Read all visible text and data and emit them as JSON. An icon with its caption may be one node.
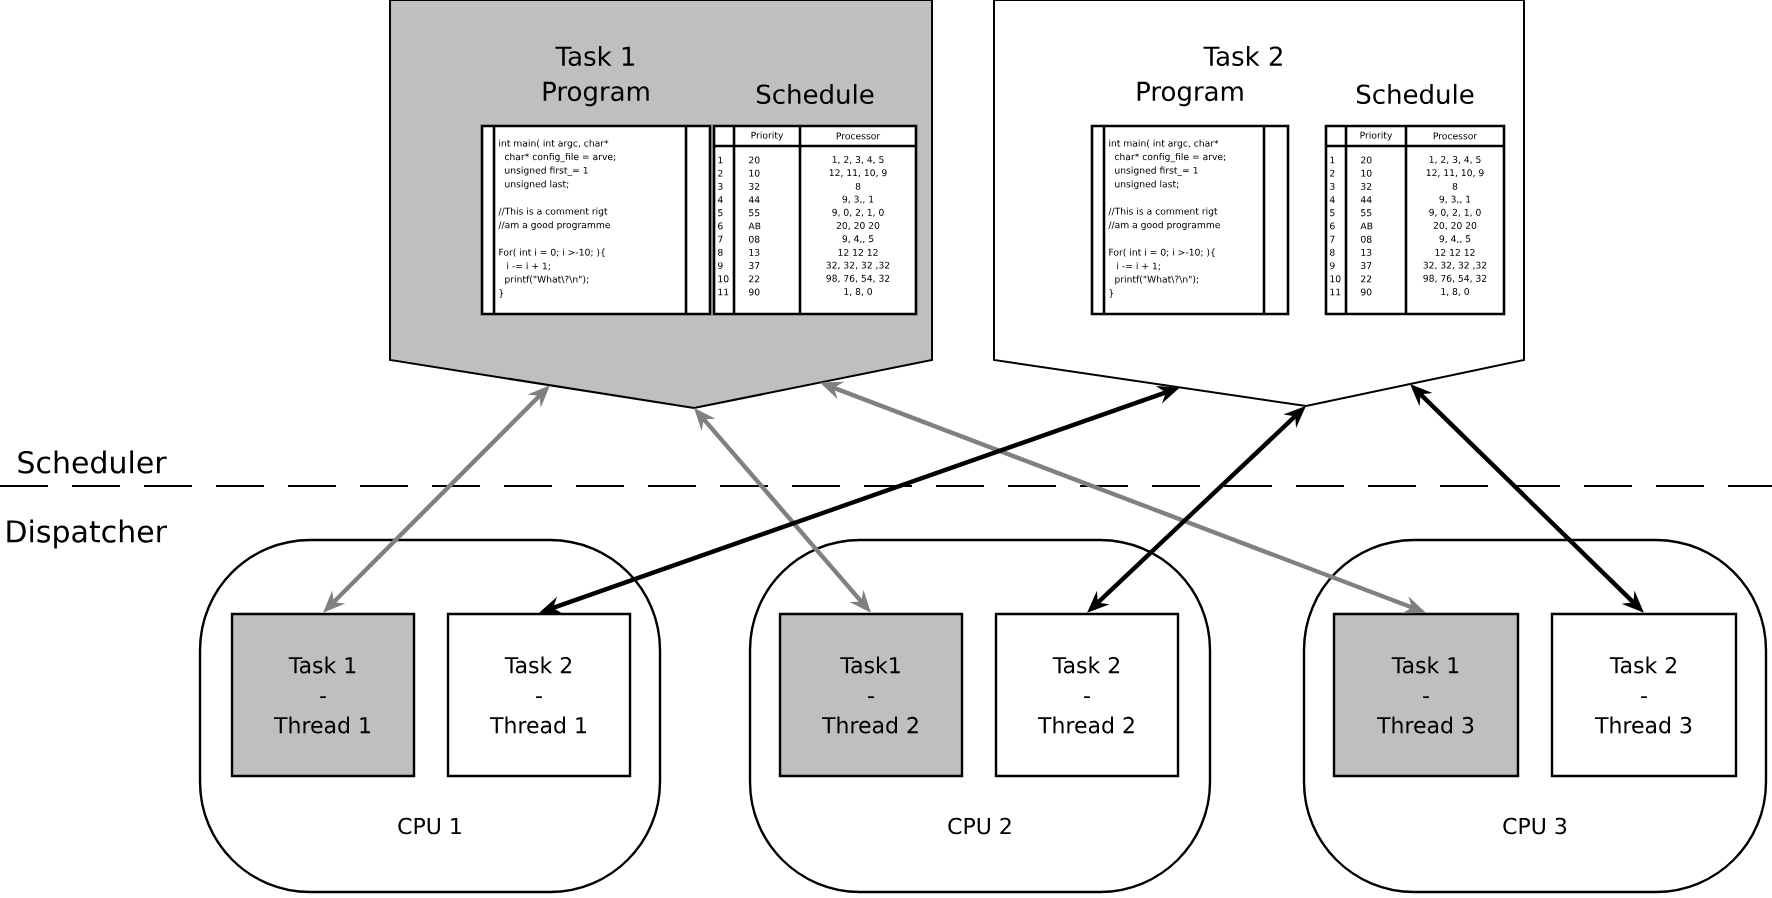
{
  "diagram": {
    "nodes": [
      {
        "text": [
          "Task 1"
        ]
      },
      {
        "text": [
          "Program",
          "int main( int argc, char*",
          "char* config_file = arve;",
          "unsigned first_= 1",
          "unsigned last;",
          "//This is a comment rigt",
          "//am a good programme",
          "For( int i = 0; i >-10; ){",
          "i -= i + 1;",
          "printf(\"What\\?\\n\");",
          "}"
        ],
        "in": 0
      },
      {
        "text": [
          "Schedule",
          "Priority",
          "Processor",
          "1",
          "20",
          "1, 2, 3, 4, 5",
          "2",
          "10",
          "12, 11, 10, 9",
          "3",
          "32",
          "8",
          "4",
          "44",
          "9, 3,, 1",
          "5",
          "55",
          "9, 0, 2, 1, 0",
          "6",
          "AB",
          "20, 20 20",
          "7",
          "08",
          "9, 4,, 5",
          "8",
          "13",
          "12 12 12",
          "9",
          "37",
          "32, 32, 32 ,32",
          "10",
          "22",
          "98, 76, 54, 32",
          "11",
          "90",
          "1, 8, 0"
        ],
        "in": 0
      },
      {
        "text": [
          "Task 2"
        ]
      },
      {
        "text": [
          "Program",
          "int main( int argc, char*",
          "char* config_file = arve;",
          "unsigned first_= 1",
          "unsigned last;",
          "//This is a comment rigt",
          "//am a good programme",
          "For( int i = 0; i >-10; ){",
          "i -= i + 1;",
          "printf(\"What\\?\\n\");",
          "}"
        ],
        "in": 3
      },
      {
        "text": [
          "Schedule",
          "Priority",
          "Processor",
          "1",
          "20",
          "1, 2, 3, 4, 5",
          "2",
          "10",
          "12, 11, 10, 9",
          "3",
          "32",
          "8",
          "4",
          "44",
          "9, 3,, 1",
          "5",
          "55",
          "9, 0, 2, 1, 0",
          "6",
          "AB",
          "20, 20 20",
          "7",
          "08",
          "9, 4,, 5",
          "8",
          "13",
          "12 12 12",
          "9",
          "37",
          "32, 32, 32 ,32",
          "10",
          "22",
          "98, 76, 54, 32",
          "11",
          "90",
          "1, 8, 0"
        ],
        "in": 3
      },
      {
        "text": [
          "CPU 1"
        ]
      },
      {
        "text": [
          "Task 1",
          "-",
          "Thread 1"
        ],
        "in": 6
      },
      {
        "text": [
          "Task 2",
          "-",
          "Thread 1"
        ],
        "in": 6
      },
      {
        "text": [
          "CPU 2"
        ]
      },
      {
        "text": [
          "Task1",
          "-",
          "Thread 2"
        ],
        "in": 9
      },
      {
        "text": [
          "Task 2",
          "-",
          "Thread 2"
        ],
        "in": 9
      },
      {
        "text": [
          "CPU 3"
        ]
      },
      {
        "text": [
          "Task 1",
          "-",
          "Thread 3"
        ],
        "in": 12
      },
      {
        "text": [
          "Task 2",
          "-",
          "Thread 3"
        ],
        "in": 12
      }
    ],
    "edges": [
      {
        "from": 0,
        "to": 7,
        "arrow": "both",
        "color": "#808080"
      },
      {
        "from": 0,
        "to": 10,
        "arrow": "both",
        "color": "#808080"
      },
      {
        "from": 0,
        "to": 13,
        "arrow": "both",
        "color": "#808080"
      },
      {
        "from": 3,
        "to": 8,
        "arrow": "both",
        "color": "#000000"
      },
      {
        "from": 3,
        "to": 11,
        "arrow": "both",
        "color": "#000000"
      },
      {
        "from": 3,
        "to": 14,
        "arrow": "both",
        "color": "#000000"
      }
    ],
    "labels": [
      "Scheduler",
      "Dispatcher"
    ]
  }
}
